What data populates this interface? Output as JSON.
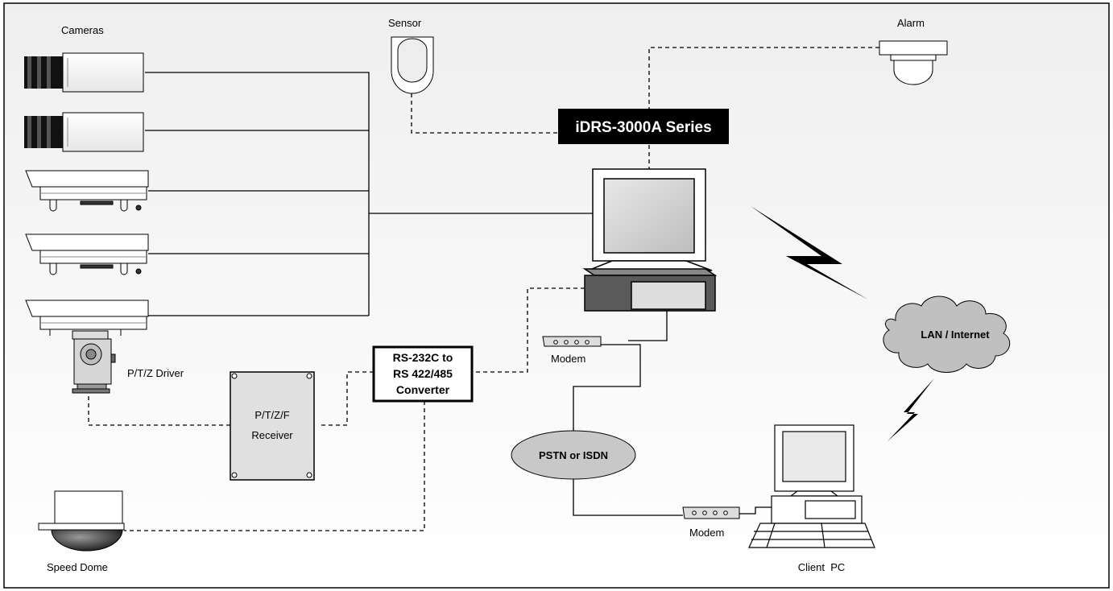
{
  "labels": {
    "cameras": "Cameras",
    "sensor": "Sensor",
    "alarm": "Alarm",
    "dvr_title": "iDRS-3000A Series",
    "ptz_driver": "P/T/Z Driver",
    "receiver_line1": "P/T/Z/F",
    "receiver_line2": "Receiver",
    "converter_line1": "RS-232C to",
    "converter_line2": "RS 422/485",
    "converter_line3": "Converter",
    "modem_server": "Modem",
    "modem_client": "Modem",
    "pstn": "PSTN or ISDN",
    "lan": "LAN / Internet",
    "speed_dome": "Speed Dome",
    "client_pc": "Client  PC"
  },
  "colors": {
    "border": "#000000",
    "background_top": "#f1f1f1",
    "background_bottom": "#ffffff",
    "dvr_title_bg": "#000000",
    "dvr_title_text": "#ffffff",
    "cloud_fill": "#c0c0c0",
    "pstn_fill": "#c8c8c8",
    "device_fill": "#ffffff",
    "receiver_fill": "#e0e0e0",
    "pc_base_fill": "#5a5a5a"
  },
  "line_styles": {
    "video": "solid",
    "control": "dashed"
  }
}
